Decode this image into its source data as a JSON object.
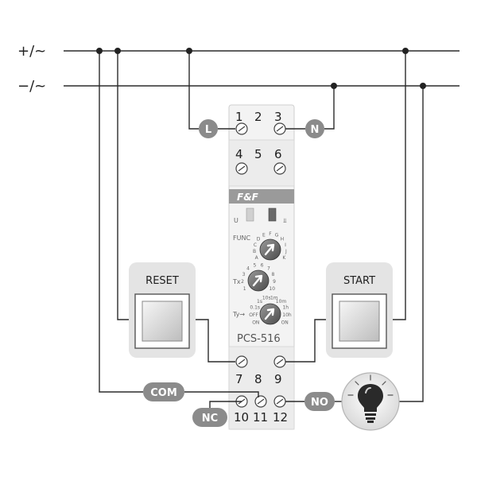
{
  "rails": {
    "positive": "+/~",
    "negative": "−/~"
  },
  "terminals": {
    "top_row1": [
      "1",
      "2",
      "3"
    ],
    "top_row2": [
      "4",
      "5",
      "6"
    ],
    "bottom_row1": [
      "7",
      "8",
      "9"
    ],
    "bottom_row2": [
      "10",
      "11",
      "12"
    ]
  },
  "pills": {
    "l": "L",
    "n": "N",
    "com": "COM",
    "nc": "NC",
    "no": "NO"
  },
  "buttons": {
    "reset": "RESET",
    "start": "START"
  },
  "device": {
    "brand": "F&F",
    "model": "PCS-516",
    "func_label": "FUNC",
    "u_label": "U",
    "out_label": "⫫",
    "tx_label": "Tx",
    "ty_label": "Ty→",
    "func_ticks": [
      "A",
      "B",
      "C",
      "D",
      "E",
      "F",
      "G",
      "H",
      "I",
      "J",
      "K"
    ],
    "tx_ticks": [
      "1",
      "2",
      "3",
      "4",
      "5",
      "6",
      "7",
      "8",
      "9",
      "10"
    ],
    "ty_ticks": [
      "ON",
      "OFF",
      "0.1s",
      "1s",
      "10s",
      "1m",
      "10m",
      "1h",
      "10h",
      "ON"
    ]
  },
  "colors": {
    "pill": "#8b8b8b",
    "wire": "#2b2b2b",
    "housing": "#f3f3f3",
    "stripe": "#9a9a9a"
  }
}
